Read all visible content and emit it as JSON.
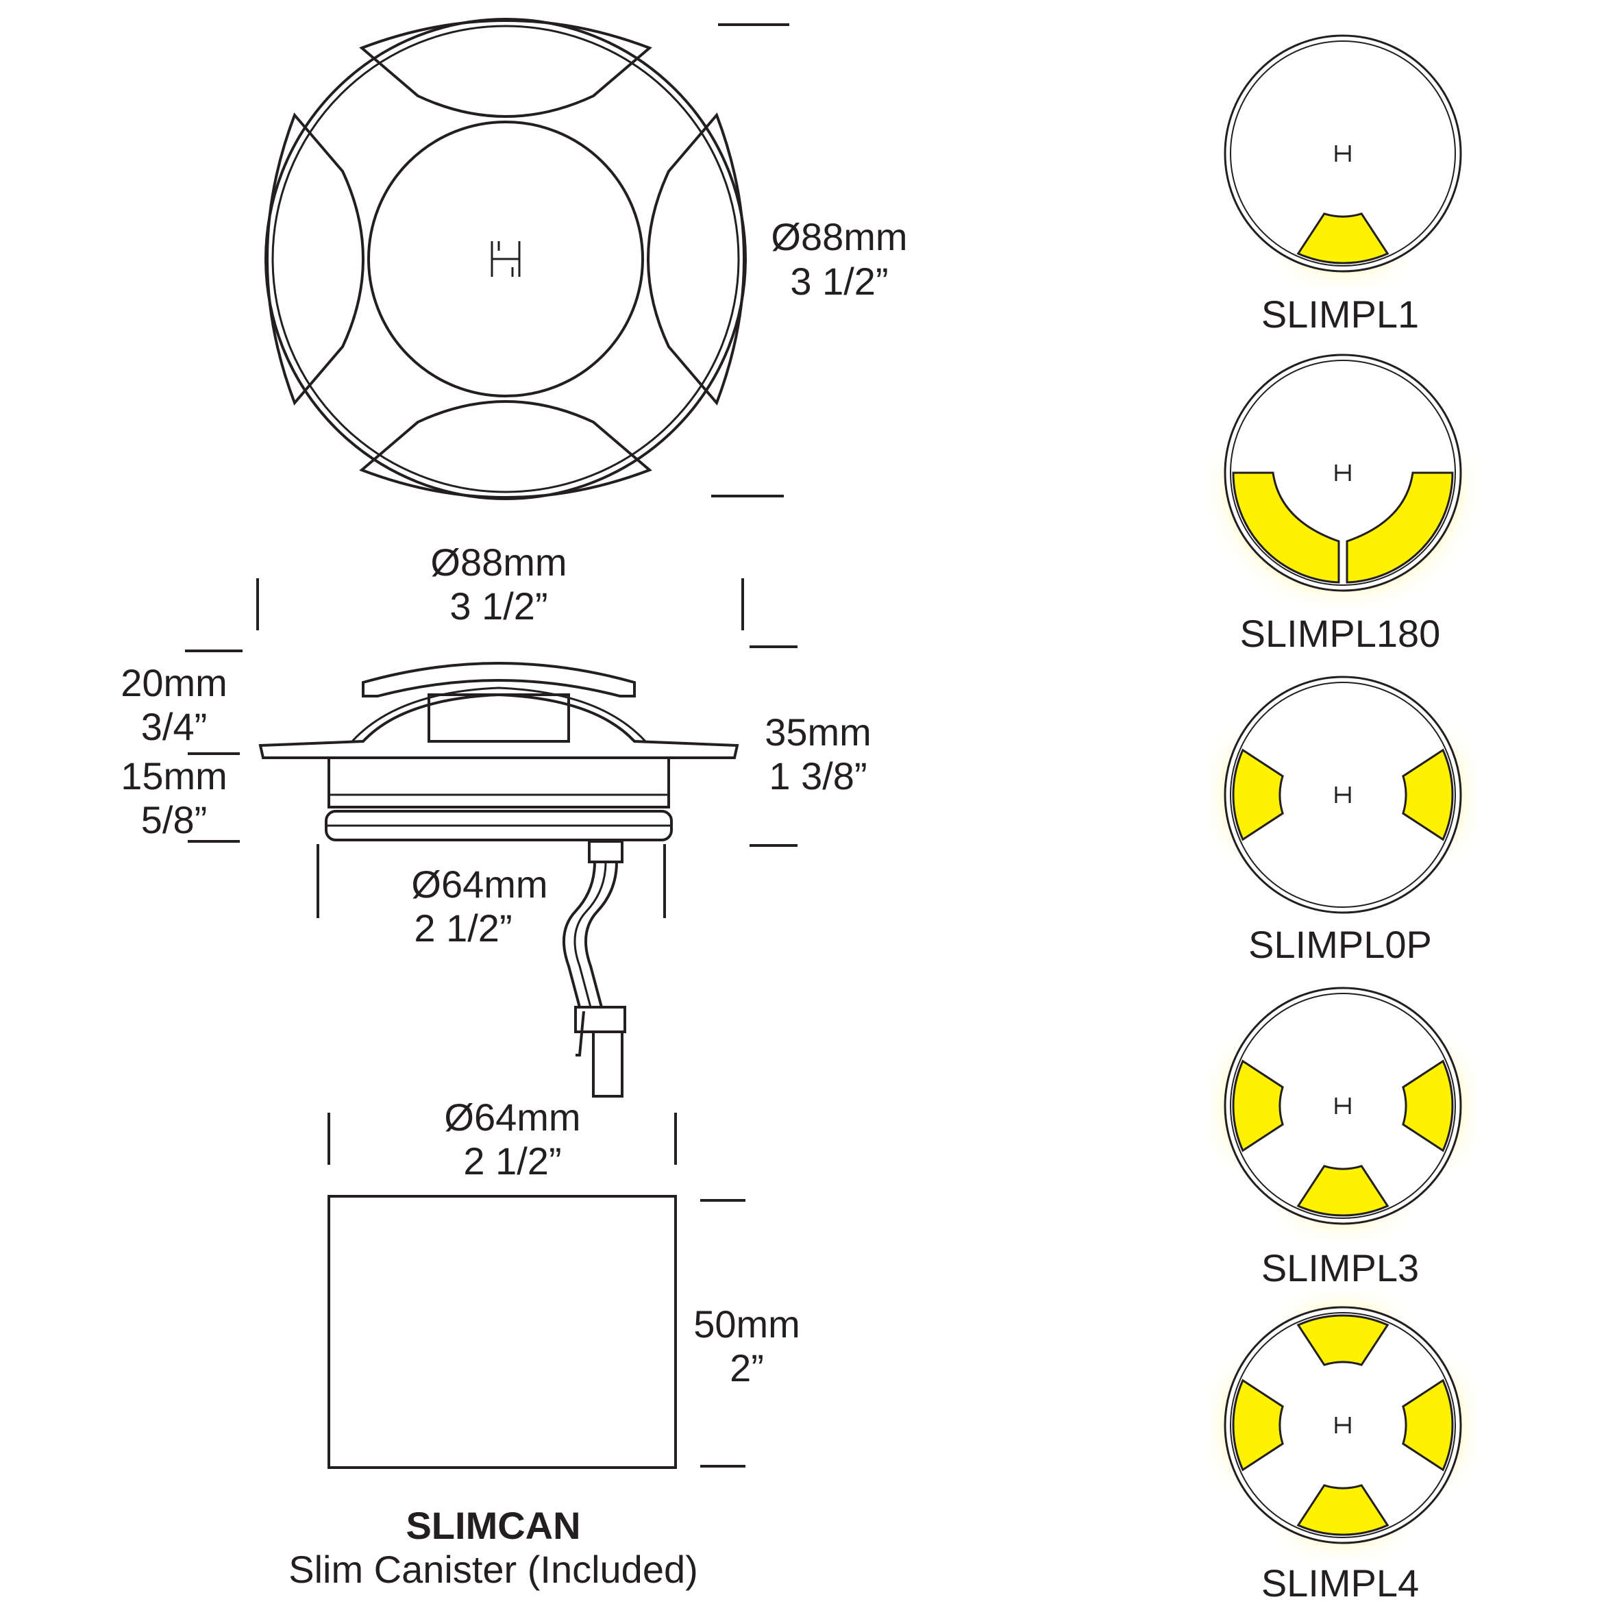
{
  "top_view": {
    "diameter_mm": "Ø88mm",
    "diameter_in": "3 1/2”"
  },
  "side_view": {
    "diameter_mm": "Ø88mm",
    "diameter_in": "3 1/2”",
    "upper_height_mm": "20mm",
    "upper_height_in": "3/4”",
    "lower_height_mm": "15mm",
    "lower_height_in": "5/8”",
    "total_height_mm": "35mm",
    "total_height_in": "1 3/8”",
    "body_diameter_mm": "Ø64mm",
    "body_diameter_in": "2 1/2”"
  },
  "canister": {
    "diameter_mm": "Ø64mm",
    "diameter_in": "2 1/2”",
    "height_mm": "50mm",
    "height_in": "2”",
    "name": "SLIMCAN",
    "description": "Slim Canister (Included)"
  },
  "variants": [
    {
      "name": "SLIMPL1"
    },
    {
      "name": "SLIMPL180"
    },
    {
      "name": "SLIMPL0P"
    },
    {
      "name": "SLIMPL3"
    },
    {
      "name": "SLIMPL4"
    }
  ],
  "colors": {
    "line": "#231f20",
    "light": "#fff200",
    "glow": "#fff36b"
  }
}
